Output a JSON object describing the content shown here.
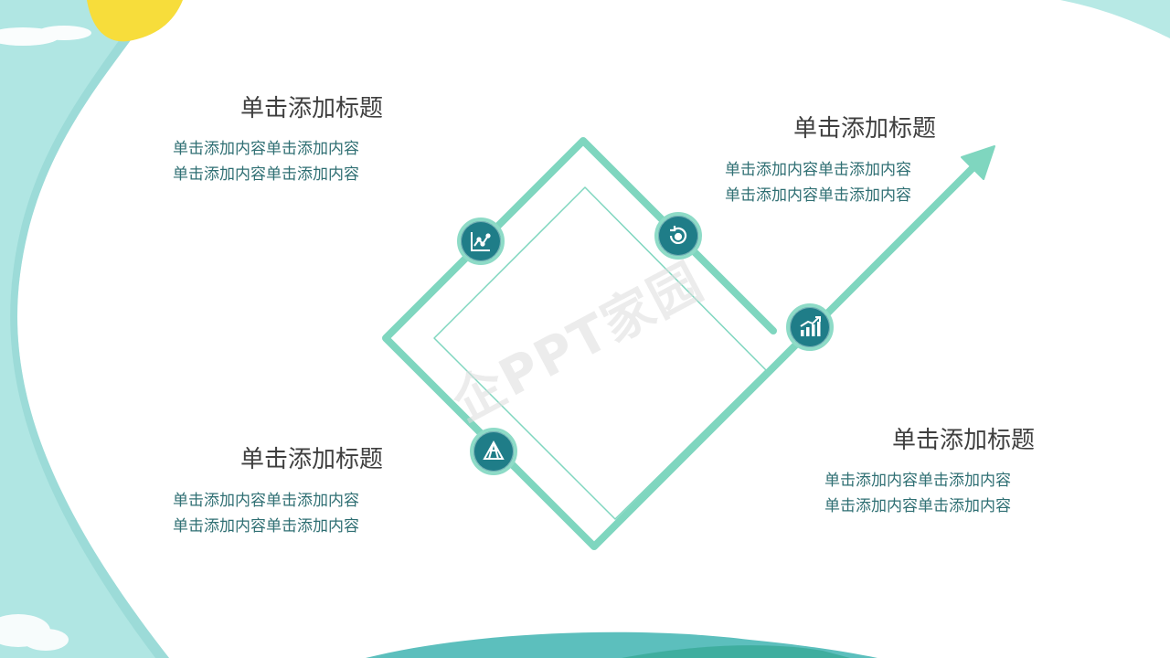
{
  "watermark": "企PPT家园",
  "colors": {
    "accent": "#7fd6bf",
    "icon_bg": "#1f7d88",
    "bg_blob": "#a6e3df",
    "sun": "#f7dd3b",
    "wave": "#5cbfbd"
  },
  "blocks": [
    {
      "title": "单击添加标题",
      "lines": [
        "单击添加内容单击添加内容",
        "单击添加内容单击添加内容"
      ]
    },
    {
      "title": "单击添加标题",
      "lines": [
        "单击添加内容单击添加内容",
        "单击添加内容单击添加内容"
      ]
    },
    {
      "title": "单击添加标题",
      "lines": [
        "单击添加内容单击添加内容",
        "单击添加内容单击添加内容"
      ]
    },
    {
      "title": "单击添加标题",
      "lines": [
        "单击添加内容单击添加内容",
        "单击添加内容单击添加内容"
      ]
    }
  ],
  "icons": [
    "line-chart-icon",
    "refresh-gear-icon",
    "bar-chart-icon",
    "triangle-network-icon"
  ]
}
